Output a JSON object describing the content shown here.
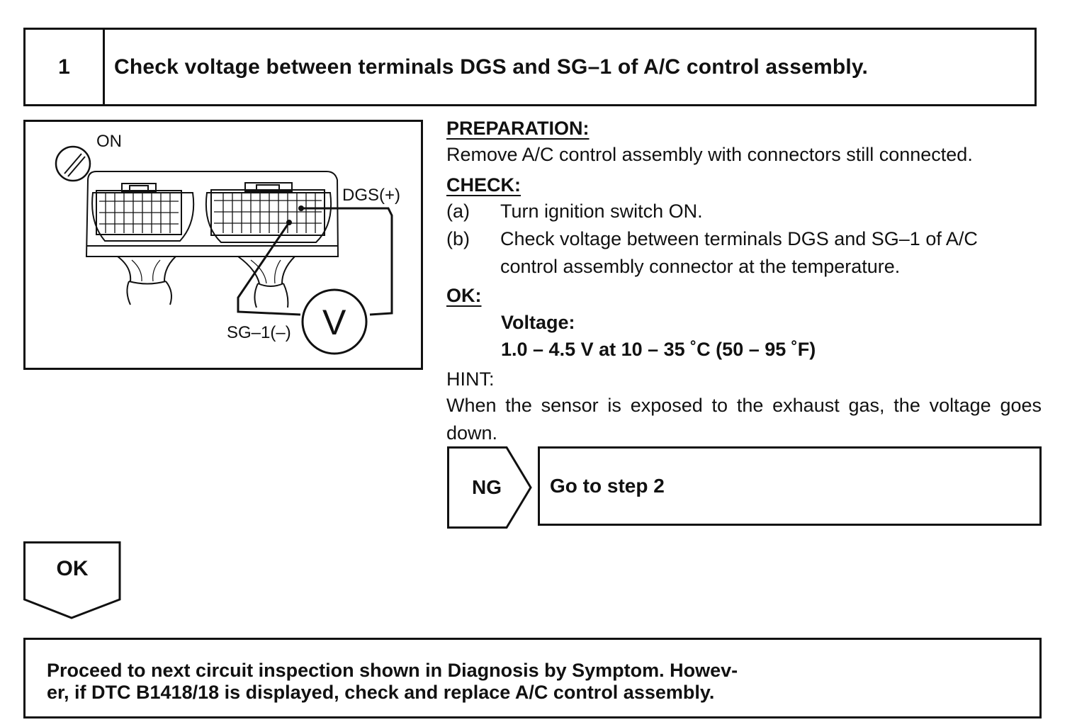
{
  "step": {
    "number": "1",
    "title": "Check voltage between terminals DGS and SG–1 of A/C control assembly."
  },
  "figure": {
    "ignition_label": "ON",
    "dgs_label": "DGS(+)",
    "sg_label": "SG–1(–)",
    "meter_label": "V"
  },
  "preparation": {
    "title": "PREPARATION:",
    "text": "Remove A/C control assembly with connectors still connected."
  },
  "check": {
    "title": "CHECK:",
    "items": [
      {
        "label": "(a)",
        "text": "Turn ignition switch ON."
      },
      {
        "label": "(b)",
        "text": "Check voltage between terminals DGS and SG–1 of A/C control assembly connector at the temperature."
      }
    ]
  },
  "ok_spec": {
    "title": "OK:",
    "param": "Voltage:",
    "value": "1.0 – 4.5 V at 10 – 35 ˚C (50 – 95 ˚F)"
  },
  "hint": {
    "title": "HINT:",
    "text": "When the sensor is exposed to the exhaust gas, the voltage goes down."
  },
  "ng": {
    "label": "NG",
    "result": "Go to step 2"
  },
  "ok_arrow": {
    "label": "OK"
  },
  "final": {
    "line1": "Proceed to next circuit inspection shown in Diagnosis by Symptom. Howev-",
    "line2": "er, if DTC B1418/18 is displayed, check and replace A/C control assembly."
  }
}
